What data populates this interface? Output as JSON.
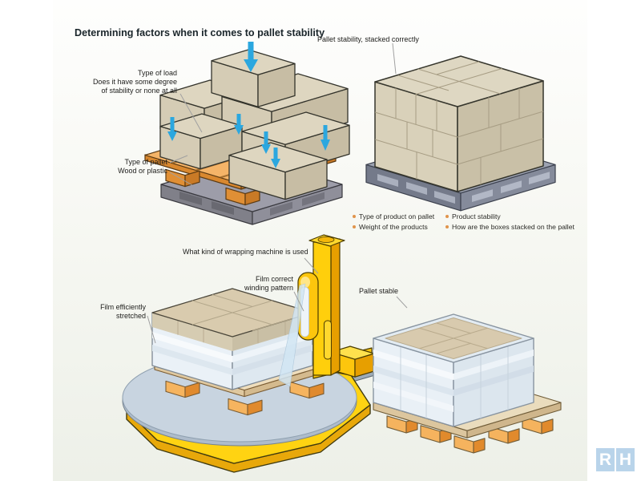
{
  "title": "Determining factors when it comes to pallet stability",
  "annotations": {
    "stacked_correctly": "Pallet stability, stacked correctly",
    "type_of_load_title": "Type of load",
    "type_of_load_line1": "Does it have some degree",
    "type_of_load_line2": "of stability or none at all",
    "type_of_pallet_title": "Type of pallet",
    "type_of_pallet_line1": "Wood or plastic",
    "wrapping_machine": "What kind of wrapping machine is used",
    "film_winding_line1": "Film correct",
    "film_winding_line2": "winding pattern",
    "film_stretched_line1": "Film efficiently",
    "film_stretched_line2": "stretched",
    "pallet_stable": "Pallet stable"
  },
  "factors": {
    "col1": [
      "Type of product on pallet",
      "Weight of the products"
    ],
    "col2": [
      "Product stability",
      "How are the boxes stacked on the pallet"
    ]
  },
  "logo": {
    "left": "R",
    "right": "H"
  },
  "colors": {
    "background": "#ffffff",
    "panel": "#edf0e8",
    "box_beige_top": "#ded6c0",
    "box_beige_left": "#d5ccb5",
    "box_beige_right": "#c7bda4",
    "pallet_orange": "#f0a24a",
    "plastic_pallet_gray": "#9d9da9",
    "plastic_pallet_blue": "#9da3b2",
    "machine_yellow": "#ffd312",
    "film_blue": "#e8f0f7",
    "arrow_blue": "#2ba7df",
    "bullet_orange": "#e0944b",
    "logo_blue": "#b9d4ea",
    "text": "#1d1d1b"
  }
}
